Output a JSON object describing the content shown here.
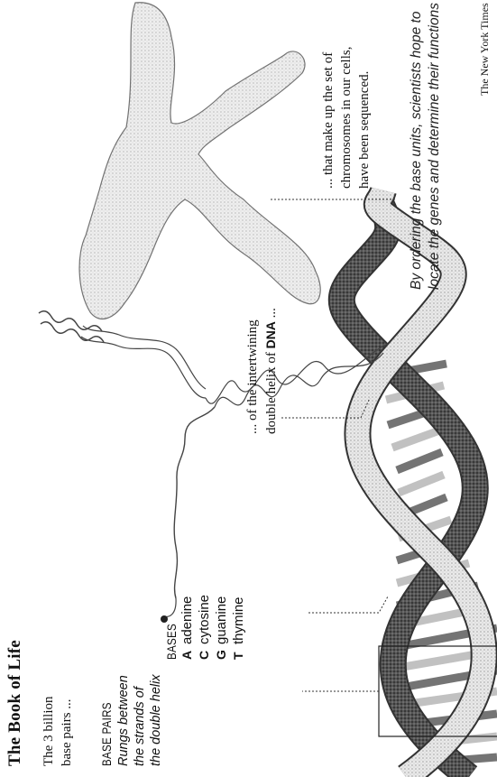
{
  "title": "The Book of Life",
  "intro": {
    "line1": "The 3 billion",
    "line2": "base pairs ..."
  },
  "base_pairs": {
    "heading": "BASE PAIRS",
    "desc": [
      "Rungs between",
      "the strands of",
      "the double helix"
    ]
  },
  "bases": {
    "heading": "BASES",
    "items": [
      {
        "letter": "A",
        "name": "adenine"
      },
      {
        "letter": "C",
        "name": "cytosine"
      },
      {
        "letter": "G",
        "name": "guanine"
      },
      {
        "letter": "T",
        "name": "thymine"
      }
    ]
  },
  "dna_caption": {
    "line1": "... of the intertwining",
    "line2_prefix": "double helix of ",
    "line2_bold": "DNA",
    "line2_suffix": " ..."
  },
  "chromosome_caption": {
    "line1": "... that make up the set of",
    "line2": "chromosomes in our cells,",
    "line3": "have been sequenced."
  },
  "closing": {
    "line1": "By ordering the base units, scientists hope to",
    "line2": "locate the genes and determine their functions"
  },
  "credit": "The New York Times"
}
